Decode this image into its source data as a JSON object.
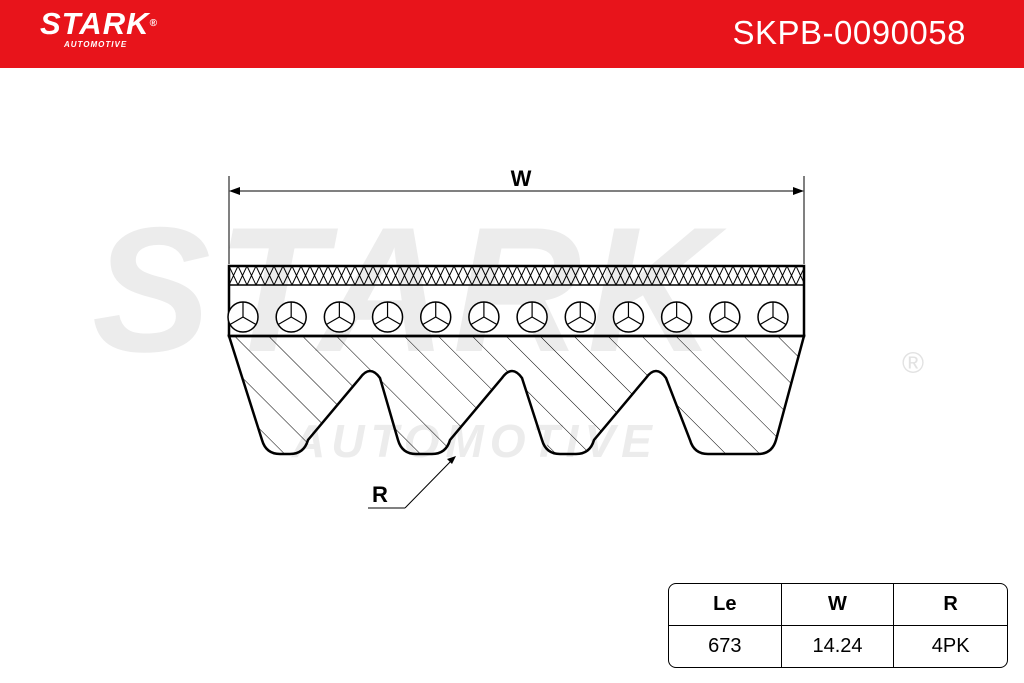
{
  "header": {
    "brand": "STARK",
    "brand_sub": "AUTOMOTIVE",
    "part_number": "SKPB-0090058",
    "background_color": "#e8141b"
  },
  "diagram": {
    "width_label": "W",
    "rib_label": "R",
    "rib_count": 4,
    "cord_count": 12
  },
  "watermark": {
    "main": "STARK",
    "sub": "AUTOMOTIVE",
    "registered": "®"
  },
  "spec_table": {
    "headers": [
      "Le",
      "W",
      "R"
    ],
    "values": [
      "673",
      "14.24",
      "4PK"
    ]
  }
}
